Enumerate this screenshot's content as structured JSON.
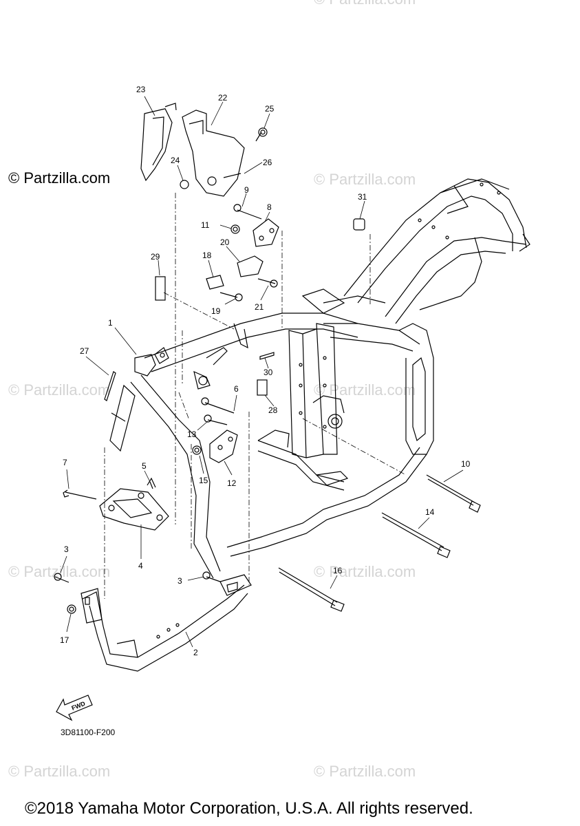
{
  "watermark": {
    "main": "© Partzilla.com",
    "faint": "© Partzilla.com"
  },
  "callouts": [
    "1",
    "2",
    "3",
    "3",
    "4",
    "5",
    "6",
    "7",
    "8",
    "9",
    "10",
    "11",
    "12",
    "13",
    "14",
    "15",
    "16",
    "17",
    "18",
    "19",
    "20",
    "21",
    "22",
    "23",
    "24",
    "25",
    "26",
    "27",
    "28",
    "29",
    "30",
    "31"
  ],
  "fwd_label": "FWD",
  "diagram_code": "3D81100-F200",
  "copyright": "©2018 Yamaha Motor Corporation, U.S.A. All rights reserved.",
  "colors": {
    "line": "#000000",
    "watermark": "#d4d4d4",
    "background": "#ffffff"
  }
}
